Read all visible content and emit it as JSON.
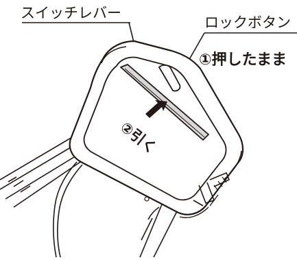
{
  "labels": {
    "switch_lever": "スイッチレバー",
    "lock_button": "ロックボタン",
    "step1": "①押したまま",
    "step2": "②引く"
  },
  "colors": {
    "line": "#231815",
    "lever_fill": "#d8d8d8",
    "background": "#ffffff"
  }
}
